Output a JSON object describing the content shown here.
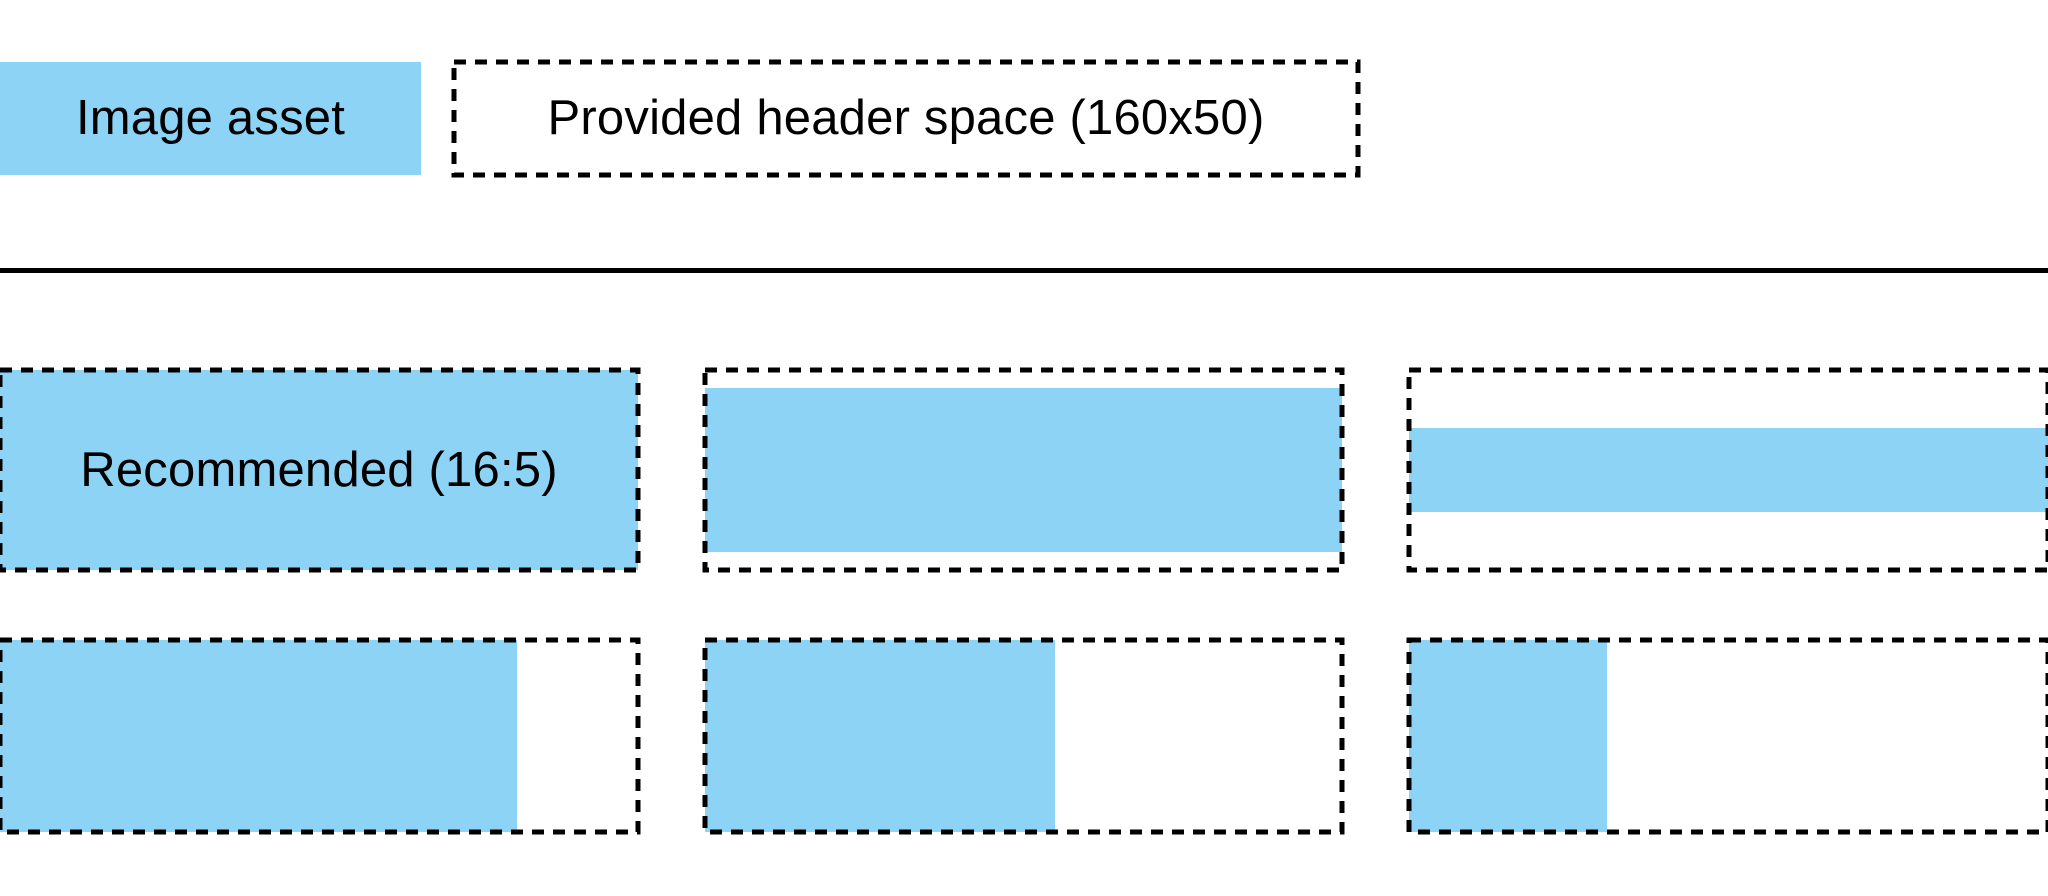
{
  "diagram": {
    "legend": {
      "image_asset": {
        "label": "Image asset"
      },
      "header_space": {
        "label": "Provided header space (160x50)"
      }
    },
    "examples": [
      {
        "name": "recommended-16-5",
        "label": "Recommended (16:5)",
        "fill": {
          "width_pct": 100,
          "height_pct": 100
        }
      },
      {
        "name": "full-width-82pct-height",
        "label": "",
        "fill": {
          "width_pct": 100,
          "height_pct": 82
        }
      },
      {
        "name": "full-width-42pct-height",
        "label": "",
        "fill": {
          "width_pct": 100,
          "height_pct": 42
        }
      },
      {
        "name": "81pct-width-full-height",
        "label": "",
        "fill": {
          "width_pct": 81,
          "height_pct": 100
        }
      },
      {
        "name": "55pct-width-full-height",
        "label": "",
        "fill": {
          "width_pct": 55,
          "height_pct": 100
        }
      },
      {
        "name": "31pct-width-full-height",
        "label": "",
        "fill": {
          "width_pct": 31,
          "height_pct": 100
        }
      }
    ],
    "colors": {
      "asset_blue": "#8CD3F5",
      "line_black": "#000000",
      "background": "#FFFFFF"
    }
  }
}
